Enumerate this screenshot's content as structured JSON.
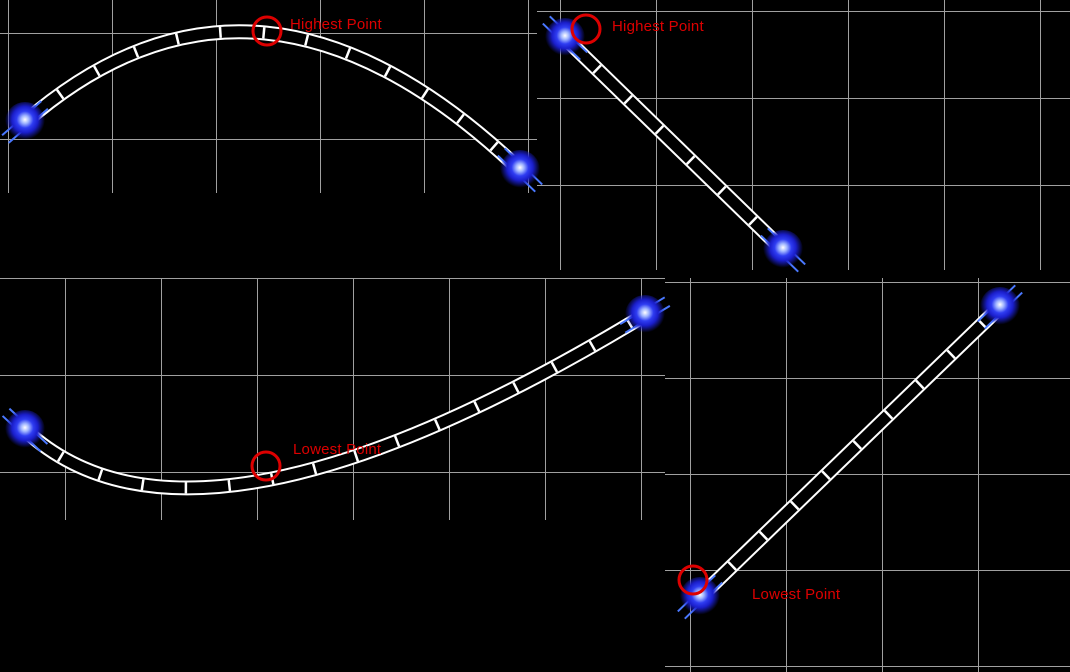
{
  "scene": {
    "background_color": "#000000",
    "grid_color": "#a0a0a0",
    "rail_color": "#ffffff",
    "ball_color": "#2e3cf2",
    "guide_color": "#4a78ff",
    "annotation_color": "#dd0000"
  },
  "panels": [
    {
      "name": "curved-hill-track",
      "track_shape": "arc-up",
      "label": "Highest Point"
    },
    {
      "name": "straight-descending-track",
      "track_shape": "diagonal-down",
      "label": "Highest Point"
    },
    {
      "name": "curved-valley-track",
      "track_shape": "arc-down",
      "label": "Lowest Point"
    },
    {
      "name": "straight-ascending-track",
      "track_shape": "diagonal-up",
      "label": "Lowest Point"
    }
  ]
}
